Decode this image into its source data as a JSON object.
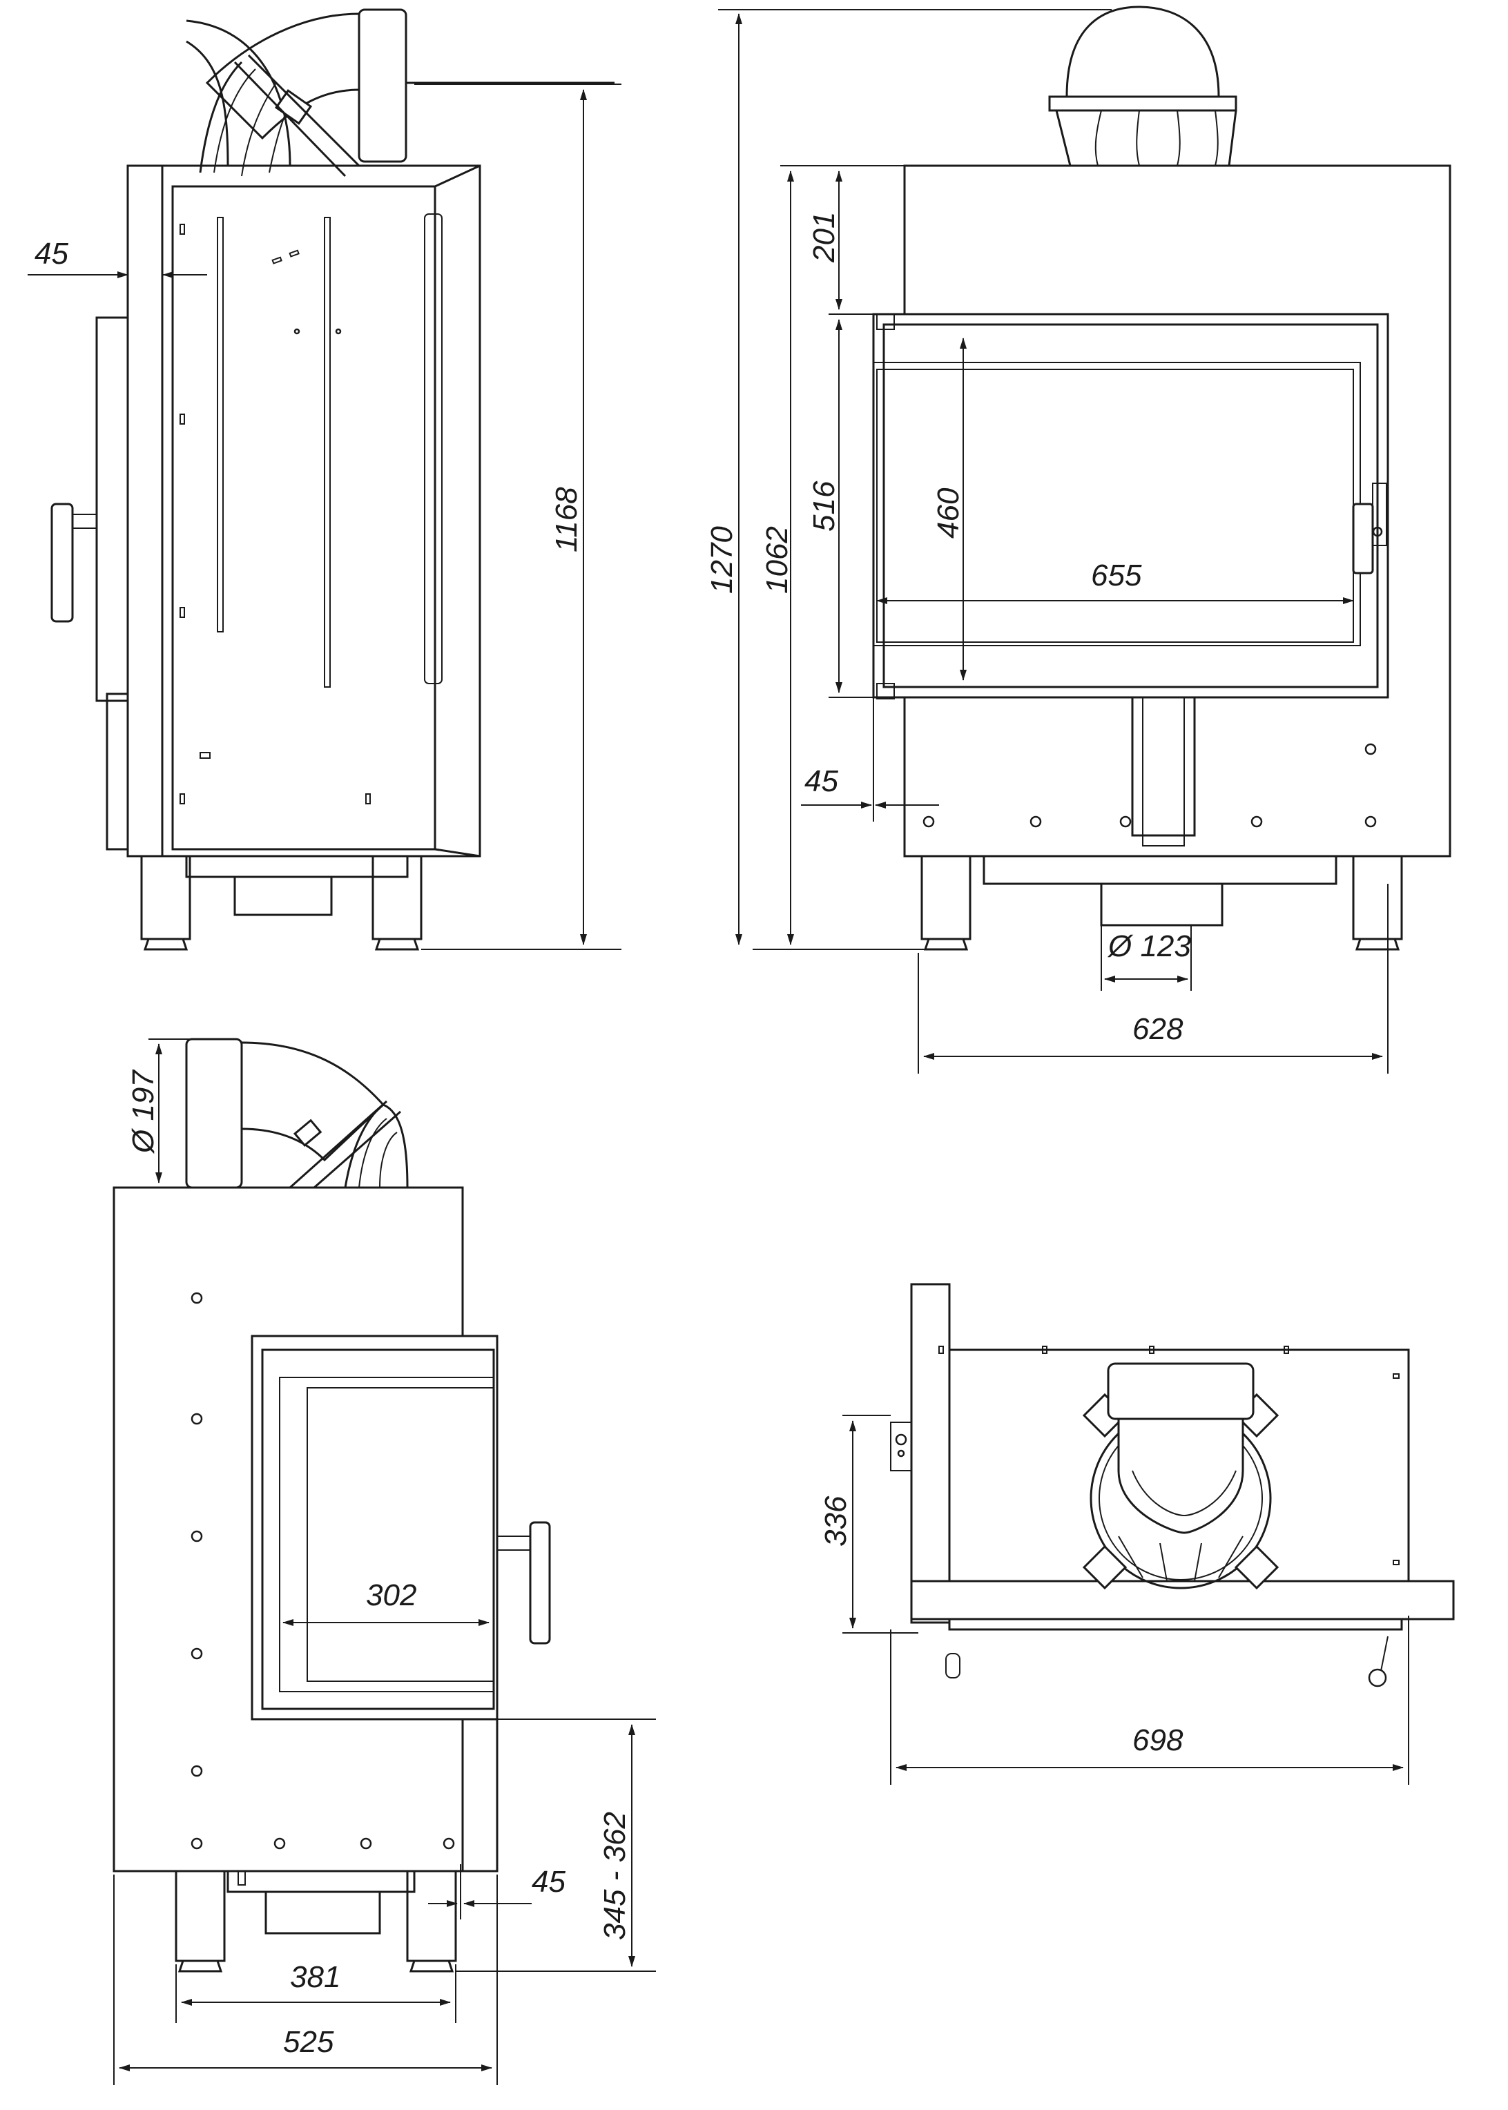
{
  "dimensions": {
    "side_wall_gap": "45",
    "side_height": "1168",
    "front_total_height": "1270",
    "front_body_height": "1062",
    "front_top_offset": "201",
    "front_door_height": "516",
    "glass_height": "460",
    "glass_width": "655",
    "front_bottom_gap": "45",
    "outlet_diameter": "Ø 123",
    "front_width": "628",
    "flue_diameter": "Ø 197",
    "side_glass_width": "302",
    "side_door_height_range": "345 - 362",
    "side_bottom_gap": "45",
    "legs_span": "381",
    "side_depth": "525",
    "top_depth": "336",
    "top_width": "698"
  },
  "colors": {
    "line": "#1a1a1a",
    "background": "#ffffff"
  }
}
